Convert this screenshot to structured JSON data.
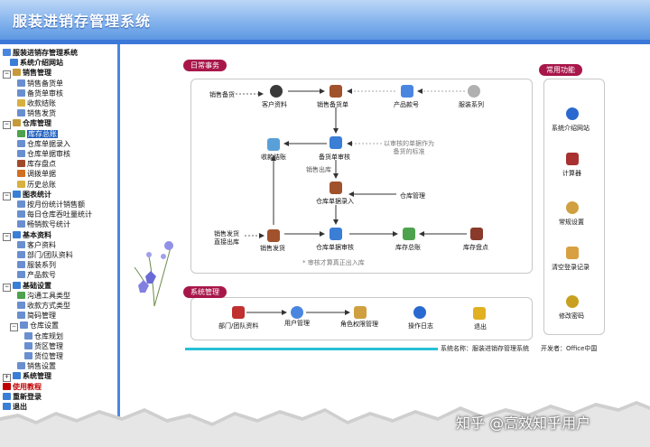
{
  "app": {
    "title": "服装进销存管理系统"
  },
  "sidebar": {
    "items": [
      {
        "label": "服装进销存管理系统",
        "level": 0,
        "kind": "bold",
        "exp": "",
        "color": "#4a86e0"
      },
      {
        "label": "系统介绍网站",
        "level": 1,
        "kind": "bold",
        "exp": "",
        "color": "#3a7ed6"
      },
      {
        "label": "销售管理",
        "level": 0,
        "kind": "bold",
        "exp": "−",
        "color": "#c69a3a"
      },
      {
        "label": "销售备货单",
        "level": 2,
        "kind": "",
        "exp": "",
        "color": "#6a8fd0"
      },
      {
        "label": "备货单审核",
        "level": 2,
        "kind": "",
        "exp": "",
        "color": "#6a8fd0"
      },
      {
        "label": "收款结账",
        "level": 2,
        "kind": "",
        "exp": "",
        "color": "#d8b040"
      },
      {
        "label": "销售发货",
        "level": 2,
        "kind": "",
        "exp": "",
        "color": "#6a8fd0"
      },
      {
        "label": "仓库管理",
        "level": 0,
        "kind": "bold",
        "exp": "−",
        "color": "#c69a3a"
      },
      {
        "label": "库存总账",
        "level": 2,
        "kind": "sel",
        "exp": "",
        "color": "#4ea24e"
      },
      {
        "label": "仓库单据录入",
        "level": 2,
        "kind": "",
        "exp": "",
        "color": "#6a8fd0"
      },
      {
        "label": "仓库单据审核",
        "level": 2,
        "kind": "",
        "exp": "",
        "color": "#6a8fd0"
      },
      {
        "label": "库存盘点",
        "level": 2,
        "kind": "",
        "exp": "",
        "color": "#a04a2a"
      },
      {
        "label": "调拨单据",
        "level": 2,
        "kind": "",
        "exp": "",
        "color": "#d07020"
      },
      {
        "label": "历史总账",
        "level": 2,
        "kind": "",
        "exp": "",
        "color": "#d8b040"
      },
      {
        "label": "图表统计",
        "level": 0,
        "kind": "bold",
        "exp": "−",
        "color": "#3a7ed6"
      },
      {
        "label": "按月份统计销售额",
        "level": 2,
        "kind": "",
        "exp": "",
        "color": "#6a8fd0"
      },
      {
        "label": "每日仓库吞吐量统计",
        "level": 2,
        "kind": "",
        "exp": "",
        "color": "#6a8fd0"
      },
      {
        "label": "畅销款号统计",
        "level": 2,
        "kind": "",
        "exp": "",
        "color": "#6a8fd0"
      },
      {
        "label": "基本资料",
        "level": 0,
        "kind": "bold",
        "exp": "−",
        "color": "#3a7ed6"
      },
      {
        "label": "客户资料",
        "level": 2,
        "kind": "",
        "exp": "",
        "color": "#6a8fd0"
      },
      {
        "label": "部门/团队资料",
        "level": 2,
        "kind": "",
        "exp": "",
        "color": "#6a8fd0"
      },
      {
        "label": "服装系列",
        "level": 2,
        "kind": "",
        "exp": "",
        "color": "#6a8fd0"
      },
      {
        "label": "产品款号",
        "level": 2,
        "kind": "",
        "exp": "",
        "color": "#6a8fd0"
      },
      {
        "label": "基础设置",
        "level": 0,
        "kind": "bold",
        "exp": "−",
        "color": "#3a7ed6"
      },
      {
        "label": "沟通工具类型",
        "level": 2,
        "kind": "",
        "exp": "",
        "color": "#4ea24e"
      },
      {
        "label": "收款方式类型",
        "level": 2,
        "kind": "",
        "exp": "",
        "color": "#6a8fd0"
      },
      {
        "label": "简码管理",
        "level": 2,
        "kind": "",
        "exp": "",
        "color": "#6a8fd0"
      },
      {
        "label": "仓库设置",
        "level": 1,
        "kind": "",
        "exp": "−",
        "color": "#6a8fd0"
      },
      {
        "label": "仓库规划",
        "level": 3,
        "kind": "",
        "exp": "",
        "color": "#6a8fd0"
      },
      {
        "label": "货区管理",
        "level": 3,
        "kind": "",
        "exp": "",
        "color": "#6a8fd0"
      },
      {
        "label": "货位管理",
        "level": 3,
        "kind": "",
        "exp": "",
        "color": "#6a8fd0"
      },
      {
        "label": "销售设置",
        "level": 2,
        "kind": "",
        "exp": "",
        "color": "#6a8fd0"
      },
      {
        "label": "系统管理",
        "level": 0,
        "kind": "bold",
        "exp": "+",
        "color": "#3a7ed6"
      },
      {
        "label": "使用教程",
        "level": 0,
        "kind": "red",
        "exp": "",
        "color": "#c00000"
      },
      {
        "label": "重新登录",
        "level": 0,
        "kind": "bold",
        "exp": "",
        "color": "#3a7ed6"
      },
      {
        "label": "退出",
        "level": 0,
        "kind": "bold",
        "exp": "",
        "color": "#3a7ed6"
      }
    ]
  },
  "daily": {
    "title": "日常事务",
    "nodes": {
      "sales_prep_in": "销售备货",
      "customer": "客户资料",
      "sales_prep_doc": "销售备货单",
      "product_no": "产品款号",
      "apparel_series": "服装系列",
      "collect": "收款结账",
      "prep_review": "备货单审核",
      "note_review": "以审核的单据作为\n备货的标准",
      "sales_out": "销售出库",
      "wh_entry": "仓库单据录入",
      "wh_mgmt": "仓库管理",
      "ship_in": "销售发货\n直接出库",
      "sales_ship": "销售发货",
      "wh_review": "仓库单据审核",
      "inv_total": "库存总账",
      "inv_count": "库存盘点",
      "note_bottom": "* 审核才算真正出入库"
    }
  },
  "common": {
    "title": "常用功能",
    "items": [
      "系统介绍网站",
      "计算器",
      "常规设置",
      "清空登录记录",
      "修改密码"
    ]
  },
  "sysmgmt": {
    "title": "系统管理",
    "items": [
      "部门/团队资料",
      "用户管理",
      "角色权限管理",
      "操作日志",
      "退出"
    ]
  },
  "footer": {
    "system_name": "系统名称：服装进销存管理系统",
    "developer": "开发者：Office中国"
  },
  "watermark": "知乎 @高效知乎用户"
}
